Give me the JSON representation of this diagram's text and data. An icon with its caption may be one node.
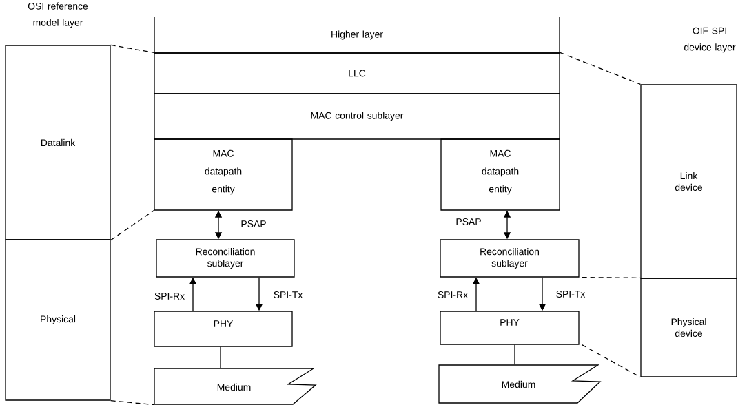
{
  "diagram": {
    "nodes": [
      {
        "text": [
          "Datalink"
        ]
      },
      {
        "text": [
          "Physical"
        ]
      },
      {
        "text": [
          "Higher layer"
        ]
      },
      {
        "text": [
          "LLC"
        ]
      },
      {
        "text": [
          "MAC control sublayer"
        ]
      },
      {
        "text": [
          "MAC datapath entity"
        ]
      },
      {
        "text": [
          "MAC datapath entity"
        ]
      },
      {
        "text": [
          "Reconciliation sublayer"
        ]
      },
      {
        "text": [
          "Reconciliation sublayer"
        ]
      },
      {
        "text": [
          "PHY"
        ]
      },
      {
        "text": [
          "PHY"
        ]
      },
      {
        "text": [
          "Medium"
        ]
      },
      {
        "text": [
          "Medium"
        ]
      },
      {
        "text": [
          "Link device"
        ]
      },
      {
        "text": [
          "Physical device"
        ]
      }
    ],
    "edges": [
      {
        "from": 5,
        "to": 7,
        "arrow": "both",
        "label": "PSAP"
      },
      {
        "from": 6,
        "to": 8,
        "arrow": "both",
        "label": "PSAP"
      },
      {
        "from": 9,
        "to": 7,
        "arrow": "to",
        "label": "SPI-Rx"
      },
      {
        "from": 7,
        "to": 9,
        "arrow": "to",
        "label": "SPI-Tx"
      },
      {
        "from": 10,
        "to": 8,
        "arrow": "to",
        "label": "SPI-Rx"
      },
      {
        "from": 8,
        "to": 10,
        "arrow": "to",
        "label": "SPI-Tx"
      },
      {
        "from": 9,
        "to": 11,
        "arrow": "none"
      },
      {
        "from": 10,
        "to": 12,
        "arrow": "none"
      },
      {
        "from": 0,
        "to": 3,
        "arrow": "none",
        "style": "dashed"
      },
      {
        "from": 0,
        "to": 5,
        "arrow": "none",
        "style": "dashed"
      },
      {
        "from": 1,
        "to": 11,
        "arrow": "none",
        "style": "dashed"
      },
      {
        "from": 3,
        "to": 13,
        "arrow": "none",
        "style": "dashed"
      },
      {
        "from": 8,
        "to": 14,
        "arrow": "none",
        "style": "dashed"
      },
      {
        "from": 10,
        "to": 14,
        "arrow": "none",
        "style": "dashed"
      }
    ],
    "labels": [
      "OSI reference model layer",
      "OIF SPI device layer"
    ]
  }
}
